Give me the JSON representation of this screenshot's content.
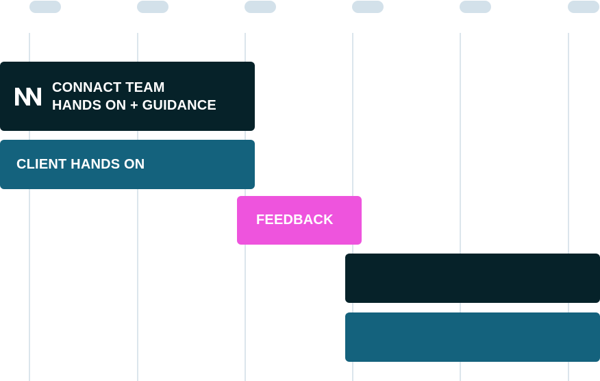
{
  "timeline": {
    "rows": [
      {
        "line1": "CONNACT TEAM",
        "line2": "HANDS ON + GUIDANCE",
        "color": "#062229",
        "logo": "nn-logo-icon"
      },
      {
        "label": "CLIENT HANDS ON",
        "color": "#14627d"
      },
      {
        "label": "FEEDBACK",
        "color": "#ee54dd"
      },
      {
        "label": "",
        "color": "#062229"
      },
      {
        "label": "",
        "color": "#14627d"
      }
    ],
    "header_pill_color": "#d3e1ea",
    "grid_line_color": "#dbe5ec"
  }
}
